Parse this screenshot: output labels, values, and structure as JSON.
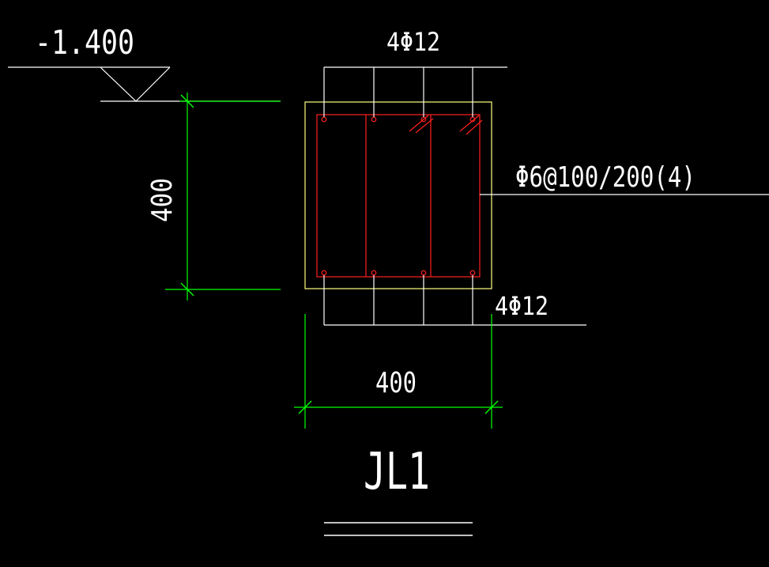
{
  "drawing": {
    "elevation_label": "-1.400",
    "top_rebar_label": "4Φ12",
    "bottom_rebar_label": "4Φ12",
    "stirrup_label": "Φ6@100/200(4)",
    "height_dim_label": "400",
    "width_dim_label": "400",
    "section_title": "JL1"
  },
  "colors": {
    "background": "#000000",
    "text": "#ffffff",
    "leader": "#ffffff",
    "dimension": "#00ff00",
    "concrete_outline": "#ffff80",
    "stirrup": "#ff2020",
    "rebar": "#ff2020"
  }
}
